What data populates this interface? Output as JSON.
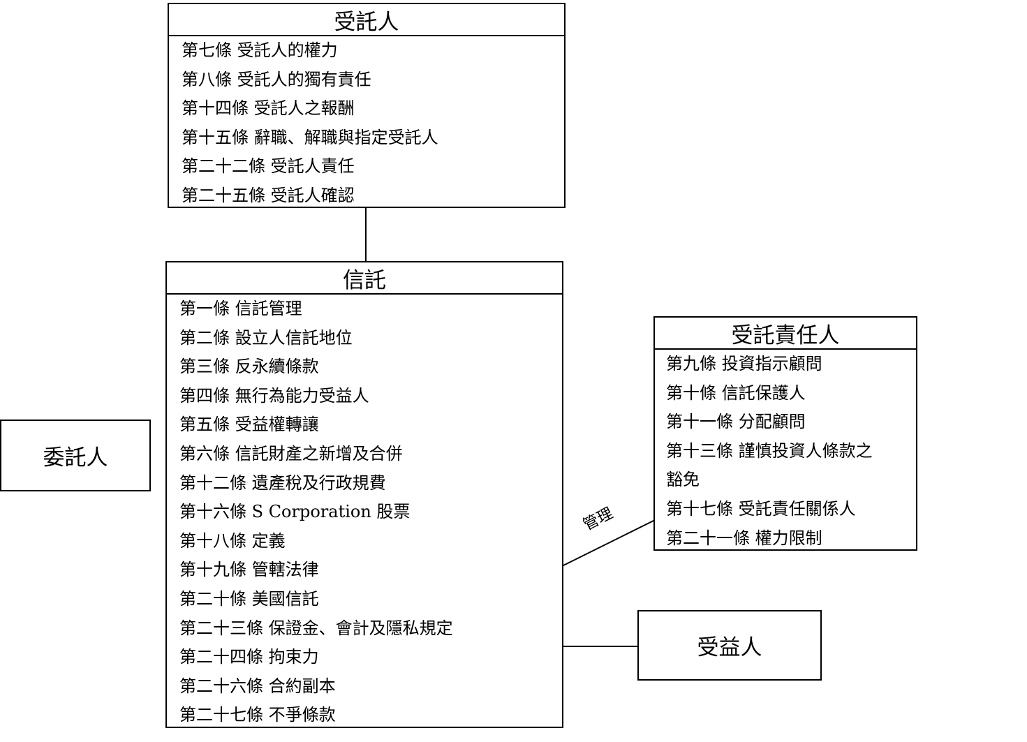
{
  "trustee": {
    "title": "受託人",
    "items": [
      "第七條  受託人的權力",
      "第八條  受託人的獨有責任",
      "第十四條  受託人之報酬",
      "第十五條  辭職、解職與指定受託人",
      "第二十二條  受託人責任",
      "第二十五條  受託人確認"
    ]
  },
  "trust": {
    "title": "信託",
    "items": [
      "第一條  信託管理",
      "第二條  設立人信託地位",
      "第三條  反永續條款",
      "第四條  無行為能力受益人",
      "第五條  受益權轉讓",
      "第六條  信託財產之新增及合併",
      "第十二條  遺產稅及行政規費",
      "第十六條  S Corporation 股票",
      "第十八條  定義",
      "第十九條  管轄法律",
      "第二十條  美國信託",
      "第二十三條  保證金、會計及隱私規定",
      "第二十四條  拘束力",
      "第二十六條  合約副本",
      "第二十七條  不爭條款"
    ]
  },
  "fiduciary": {
    "title": "受託責任人",
    "items": [
      "第九條  投資指示顧問",
      "第十條  信託保護人",
      "第十一條  分配顧問",
      "第十三條  謹慎投資人條款之",
      "豁免",
      "第十七條  受託責任關係人",
      "第二十一條  權力限制"
    ]
  },
  "settlor": {
    "label": "委託人"
  },
  "beneficiary": {
    "label": "受益人"
  },
  "edges": {
    "trust_fiduciary_label": "管理"
  }
}
